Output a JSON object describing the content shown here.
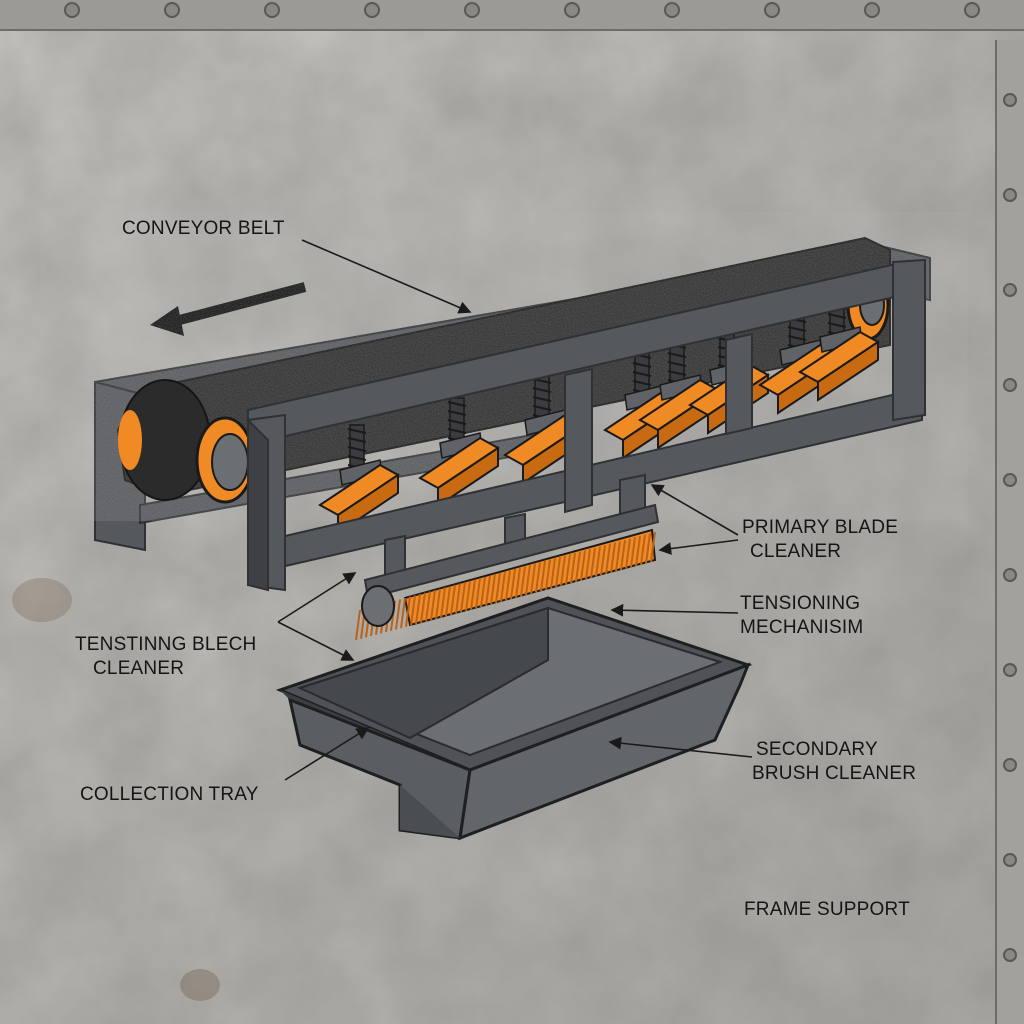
{
  "labels": {
    "conveyor_belt": "CONVEYOR BELT",
    "primary_blade_cleaner": [
      "PRIMARY BLADE",
      "CLEANER"
    ],
    "tensioning_mechanism": [
      "TENSIONING",
      "MECHANISIM"
    ],
    "tensioning_blech_cleaner": [
      "TENSTINNG BLECH",
      "CLEANER"
    ],
    "secondary_brush_cleaner": [
      "SECONDARY",
      "BRUSH CLEANER"
    ],
    "collection_tray": "COLLECTION TRAY",
    "frame_support": "FRAME SUPPORT"
  },
  "colors": {
    "background": "#bdbbb6",
    "frame": "#56595d",
    "frame_dark": "#3a3c3f",
    "belt": "#2a2a2a",
    "accent_orange": "#f08a24",
    "tray": "#5a5d61",
    "text": "#151515"
  }
}
